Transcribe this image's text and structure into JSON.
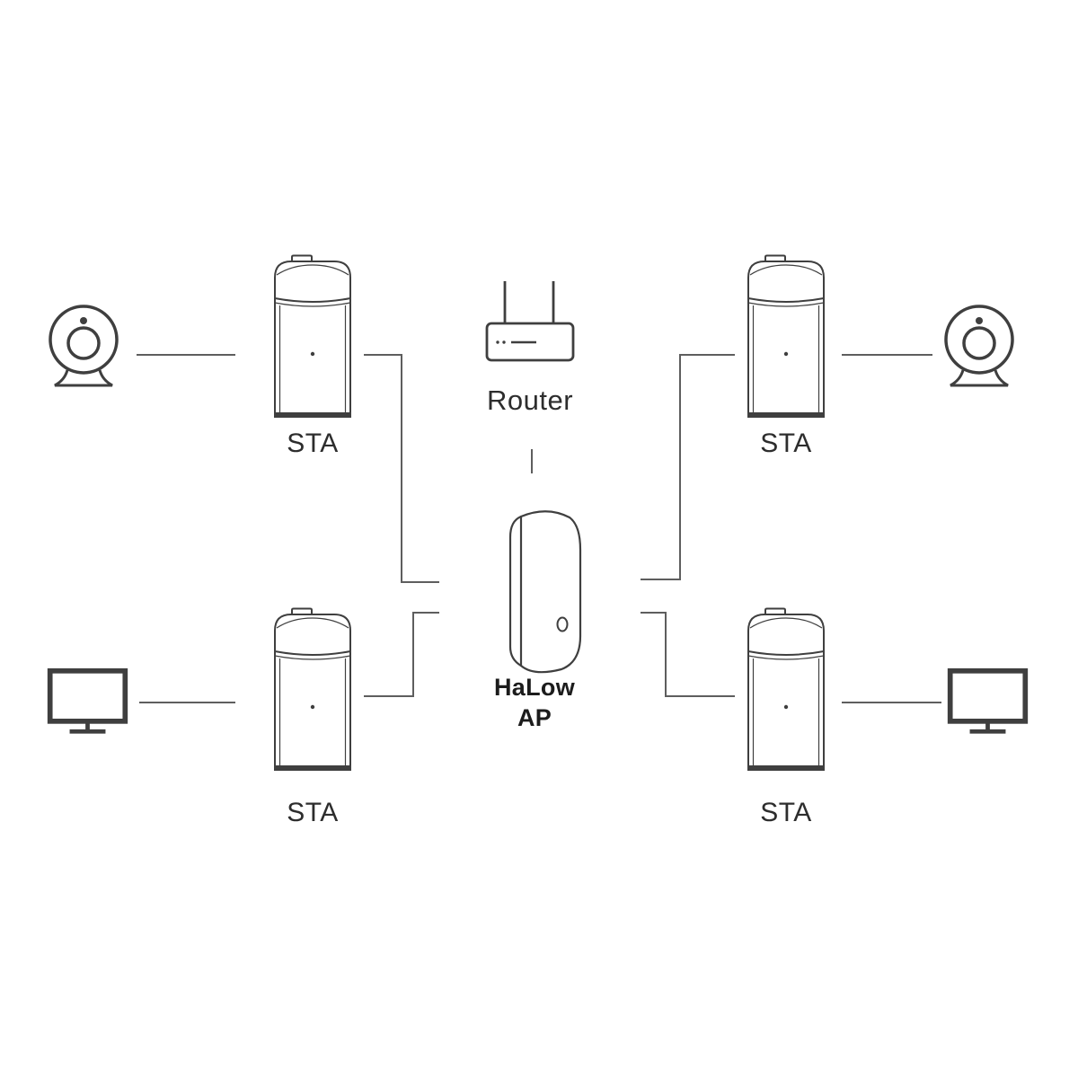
{
  "colors": {
    "background": "#ffffff",
    "device_stroke": "#3f3f3f",
    "connector_stroke": "#5e5e5e",
    "label_text": "#2d2d2d"
  },
  "nodes": {
    "router": {
      "label": "Router",
      "icon": "router-icon"
    },
    "halow_ap": {
      "label_line1": "HaLow",
      "label_line2": "AP",
      "icon": "halow-ap-icon"
    },
    "sta_top_left": {
      "label": "STA",
      "icon": "usb-dongle-icon"
    },
    "sta_top_right": {
      "label": "STA",
      "icon": "usb-dongle-icon"
    },
    "sta_bottom_left": {
      "label": "STA",
      "icon": "usb-dongle-icon"
    },
    "sta_bottom_right": {
      "label": "STA",
      "icon": "usb-dongle-icon"
    },
    "webcam_top_left": {
      "icon": "webcam-icon"
    },
    "webcam_top_right": {
      "icon": "webcam-icon"
    },
    "monitor_bottom_left": {
      "icon": "monitor-icon"
    },
    "monitor_bottom_right": {
      "icon": "monitor-icon"
    }
  },
  "connections": [
    {
      "from": "webcam_top_left",
      "to": "sta_top_left"
    },
    {
      "from": "sta_top_left",
      "to": "halow_ap"
    },
    {
      "from": "monitor_bottom_left",
      "to": "sta_bottom_left"
    },
    {
      "from": "sta_bottom_left",
      "to": "halow_ap"
    },
    {
      "from": "router",
      "to": "halow_ap"
    },
    {
      "from": "sta_top_right",
      "to": "webcam_top_right"
    },
    {
      "from": "sta_top_right",
      "to": "halow_ap"
    },
    {
      "from": "sta_bottom_right",
      "to": "monitor_bottom_right"
    },
    {
      "from": "sta_bottom_right",
      "to": "halow_ap"
    }
  ]
}
